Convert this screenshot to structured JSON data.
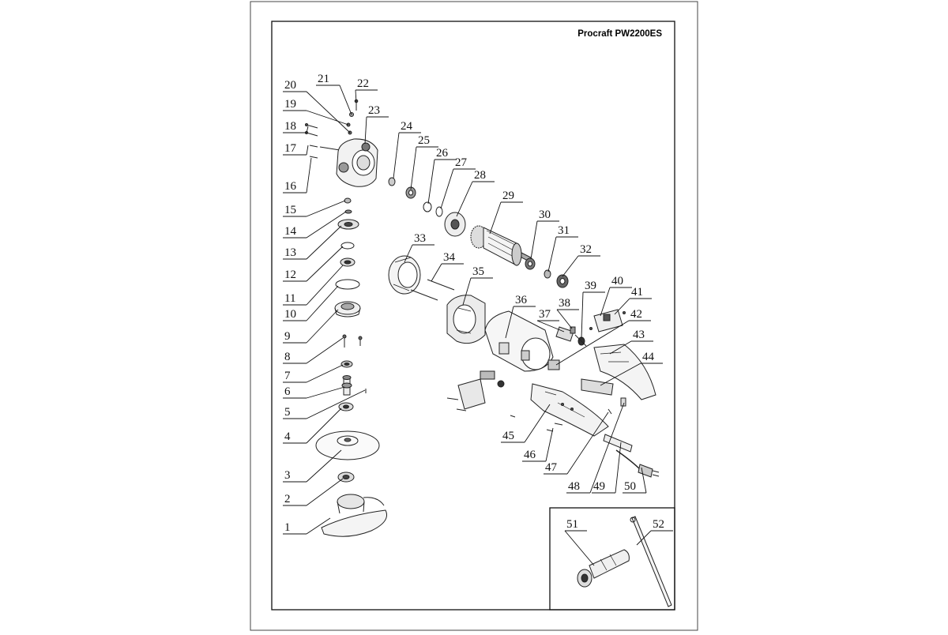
{
  "header": {
    "model": "Procraft PW2200ES"
  },
  "diagram": {
    "type": "exploded-parts-diagram",
    "part_numbers": [
      "1",
      "2",
      "3",
      "4",
      "5",
      "6",
      "7",
      "8",
      "9",
      "10",
      "11",
      "12",
      "13",
      "14",
      "15",
      "16",
      "17",
      "18",
      "19",
      "20",
      "21",
      "22",
      "23",
      "24",
      "25",
      "26",
      "27",
      "28",
      "29",
      "30",
      "31",
      "32",
      "33",
      "34",
      "35",
      "36",
      "37",
      "38",
      "39",
      "40",
      "41",
      "42",
      "43",
      "44",
      "45",
      "46",
      "47",
      "48",
      "49",
      "50",
      "51",
      "52"
    ],
    "inset_part_numbers": [
      "51",
      "52"
    ]
  }
}
